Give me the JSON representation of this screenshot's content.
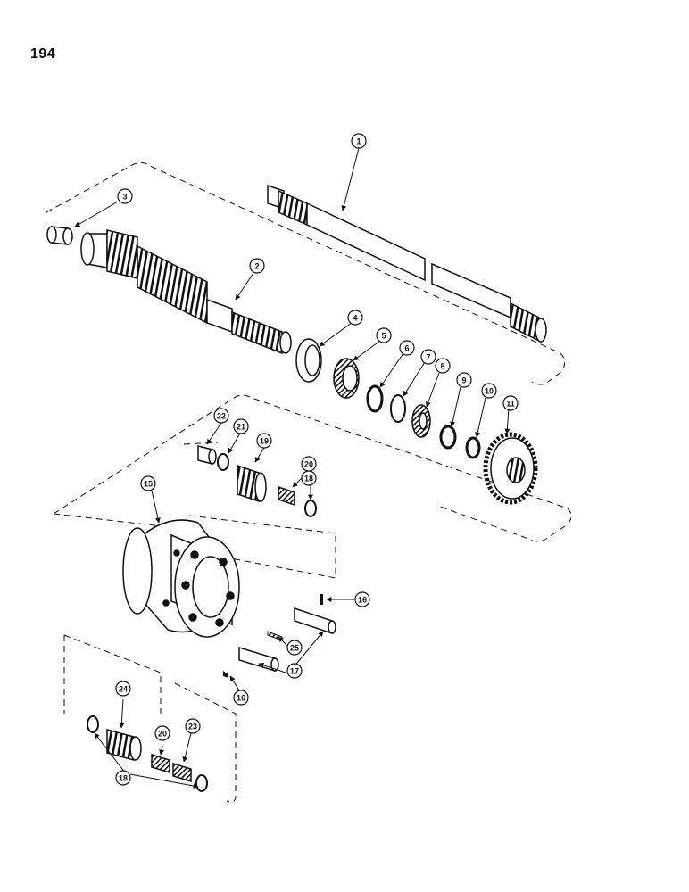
{
  "page_number": "194",
  "callouts": [
    {
      "label": "1"
    },
    {
      "label": "2"
    },
    {
      "label": "3"
    },
    {
      "label": "4"
    },
    {
      "label": "5"
    },
    {
      "label": "6"
    },
    {
      "label": "7"
    },
    {
      "label": "8"
    },
    {
      "label": "9"
    },
    {
      "label": "10"
    },
    {
      "label": "11"
    },
    {
      "label": "15"
    },
    {
      "label": "16"
    },
    {
      "label": "16"
    },
    {
      "label": "17"
    },
    {
      "label": "18"
    },
    {
      "label": "18"
    },
    {
      "label": "19"
    },
    {
      "label": "20"
    },
    {
      "label": "20"
    },
    {
      "label": "21"
    },
    {
      "label": "22"
    },
    {
      "label": "23"
    },
    {
      "label": "24"
    },
    {
      "label": "25"
    }
  ],
  "colors": {
    "ink": "#111111",
    "paper": "#ffffff"
  }
}
